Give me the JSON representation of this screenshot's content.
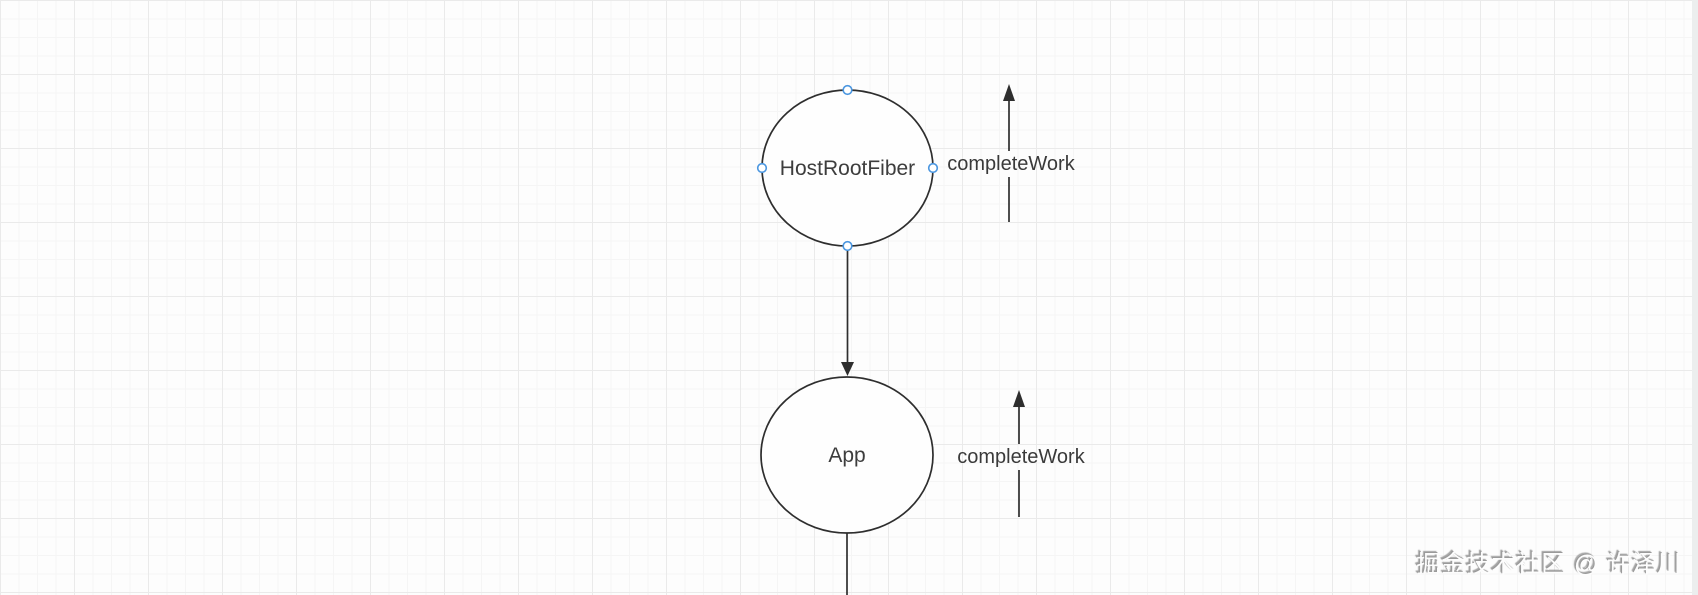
{
  "canvas": {
    "background_color": "#fdfdfd",
    "grid_minor_color": "#f5f5f5",
    "grid_major_color": "#eaeaea",
    "stroke_color": "#2e2e2e",
    "text_color": "#3d3d3d",
    "selection_handle_color": "#4a96e0"
  },
  "diagram": {
    "nodes": [
      {
        "id": "host-root-fiber",
        "label": "HostRootFiber",
        "shape": "circle",
        "selected": true
      },
      {
        "id": "app",
        "label": "App",
        "shape": "circle",
        "selected": false
      }
    ],
    "edges": [
      {
        "from": "host-root-fiber",
        "to": "app",
        "direction": "down",
        "arrowhead": "solid-triangle"
      },
      {
        "from": "app",
        "to": "offscreen-bottom",
        "direction": "down",
        "arrowhead": "none"
      }
    ],
    "annotations": [
      {
        "id": "complete-work-top",
        "label": "completeWork",
        "arrow_direction": "up",
        "attached_to": "host-root-fiber"
      },
      {
        "id": "complete-work-bottom",
        "label": "completeWork",
        "arrow_direction": "up",
        "attached_to": "app"
      }
    ]
  },
  "watermark": {
    "text": "掘金技术社区 @ 许泽川"
  }
}
